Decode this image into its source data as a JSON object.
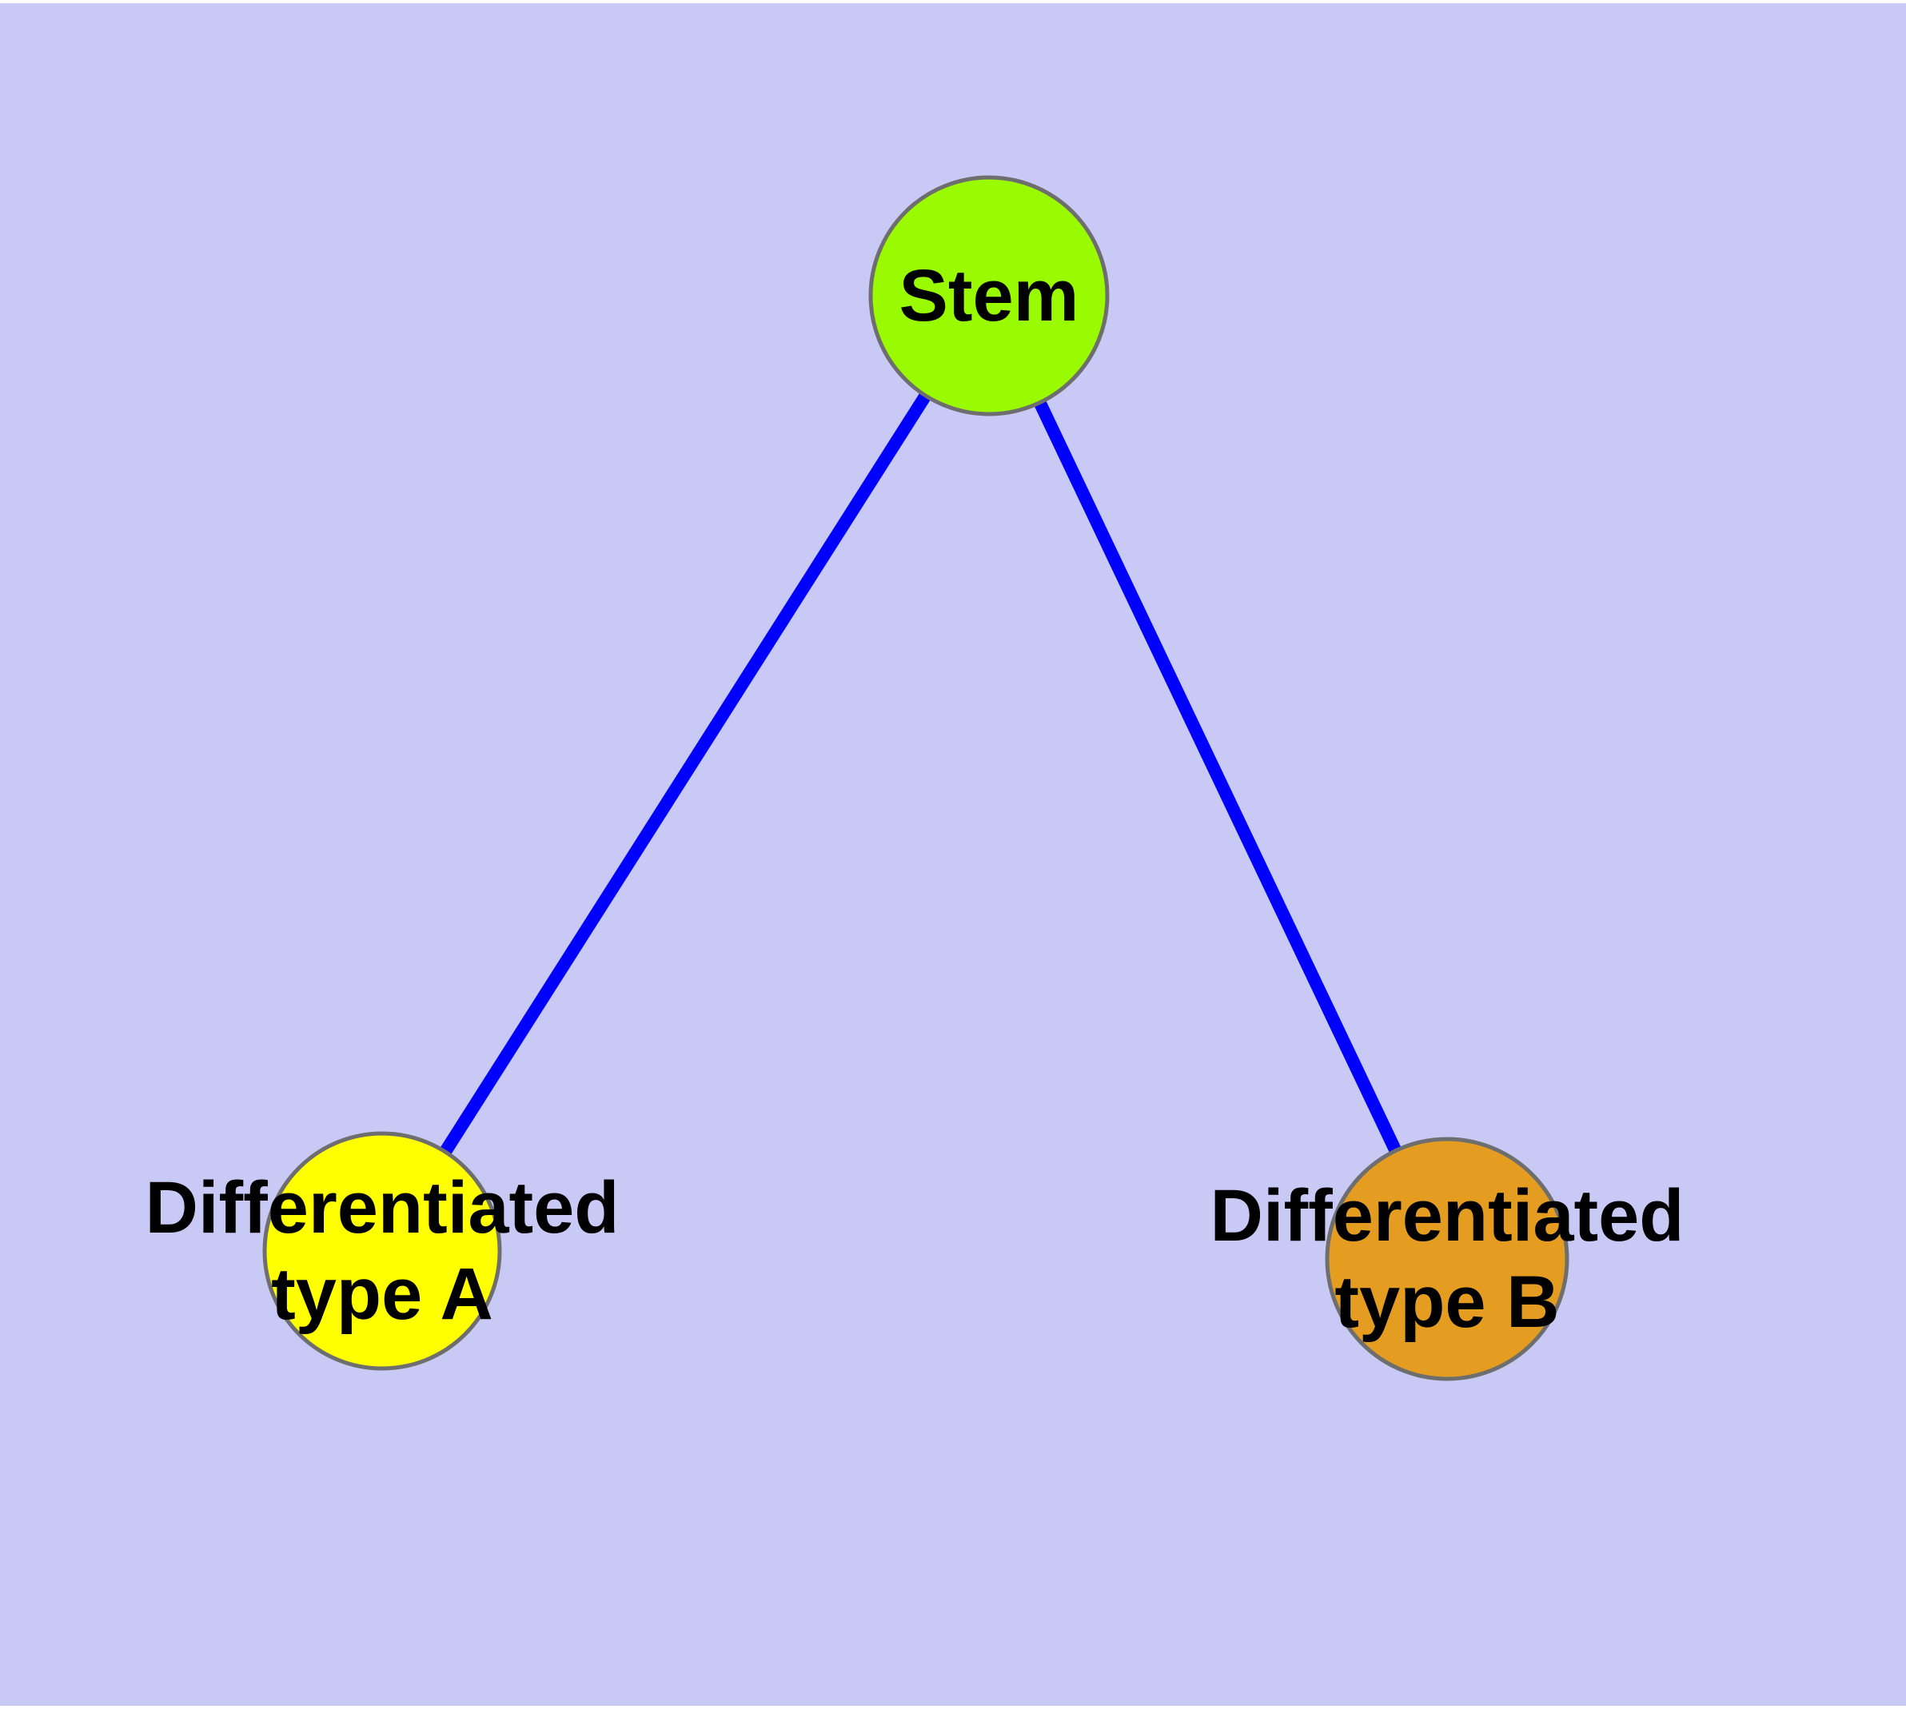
{
  "diagram": {
    "type": "node-link-graph",
    "background_color": "#c9c9f6",
    "frame_color": "#ffffff",
    "edge_color": "#0000ff",
    "node_border_color": "#6e6e6e",
    "label_color": "#000000",
    "nodes": [
      {
        "id": "stem",
        "label": "Stem",
        "fill": "#9afa00"
      },
      {
        "id": "type-a",
        "label_line1": "Differentiated",
        "label_line2": "type A",
        "fill": "#ffff00"
      },
      {
        "id": "type-b",
        "label_line1": "Differentiated",
        "label_line2": "type B",
        "fill": "#e49d20"
      }
    ],
    "edges": [
      {
        "from": "Stem",
        "to": "Differentiated type A"
      },
      {
        "from": "Stem",
        "to": "Differentiated type B"
      }
    ]
  }
}
